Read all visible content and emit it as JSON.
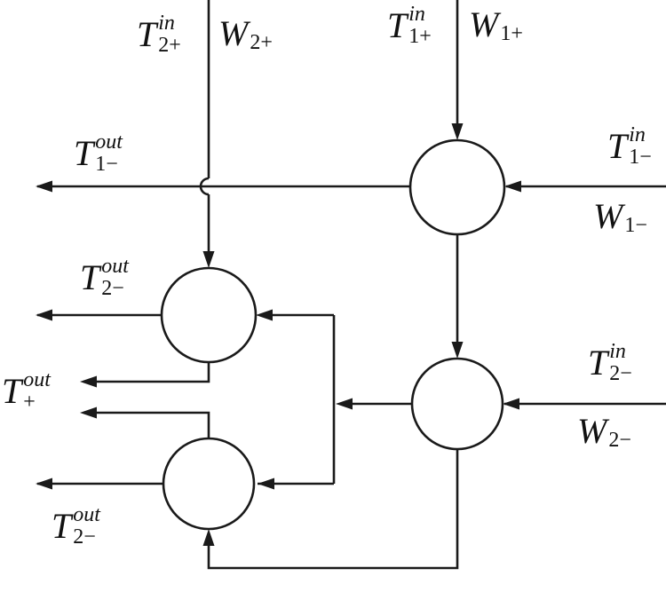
{
  "diagram": {
    "colors": {
      "line": "#1a1a1a",
      "background": "#ffffff"
    },
    "labels": {
      "t2p_in": {
        "base": "T",
        "sup": "in",
        "sub": "2+"
      },
      "w2p": {
        "base": "W",
        "sub": "2+"
      },
      "t1p_in": {
        "base": "T",
        "sup": "in",
        "sub": "1+"
      },
      "w1p": {
        "base": "W",
        "sub": "1+"
      },
      "t1m_out": {
        "base": "T",
        "sup": "out",
        "sub": "1−"
      },
      "t1m_in": {
        "base": "T",
        "sup": "in",
        "sub": "1−"
      },
      "w1m": {
        "base": "W",
        "sub": "1−"
      },
      "t2m_out_upper": {
        "base": "T",
        "sup": "out",
        "sub": "2−"
      },
      "tp_out": {
        "base": "T",
        "sup": "out",
        "sub": "+"
      },
      "t2m_in": {
        "base": "T",
        "sup": "in",
        "sub": "2−"
      },
      "w2m": {
        "base": "W",
        "sub": "2−"
      },
      "t2m_out_lower": {
        "base": "T",
        "sup": "out",
        "sub": "2−"
      }
    }
  }
}
